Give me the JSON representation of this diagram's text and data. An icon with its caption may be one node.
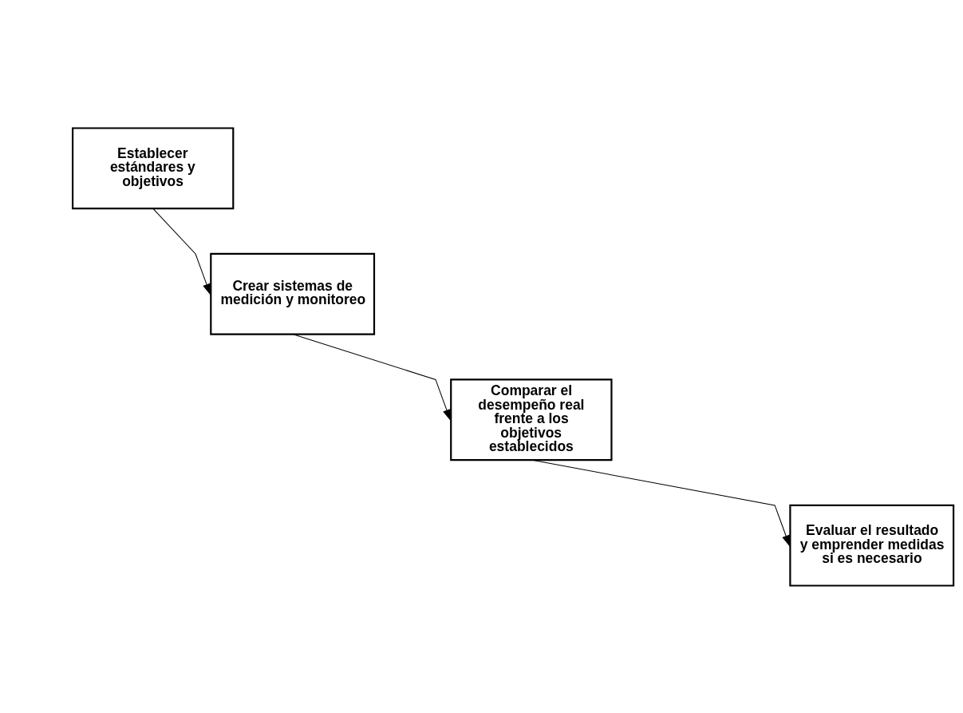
{
  "diagram": {
    "nodes": [
      {
        "text": [
          "Establecer estándares y objetivos"
        ]
      },
      {
        "text": [
          "Crear sistemas de medición y monitoreo"
        ]
      },
      {
        "text": [
          "Comparar el desempeño real frente a los objetivos establecidos"
        ]
      },
      {
        "text": [
          "Evaluar el resultado y emprender medidas si es necesario"
        ]
      }
    ],
    "edges": [
      {
        "from": 0,
        "to": 1,
        "arrow": "to"
      },
      {
        "from": 1,
        "to": 2,
        "arrow": "to"
      },
      {
        "from": 2,
        "to": 3,
        "arrow": "to"
      }
    ]
  }
}
